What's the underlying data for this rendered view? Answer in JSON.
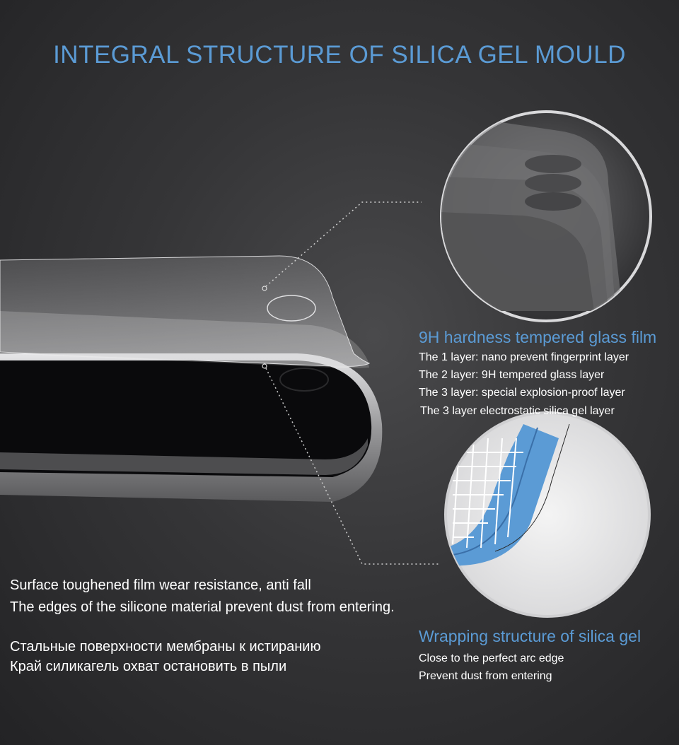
{
  "title": "INTEGRAL STRUCTURE OF SILICA GEL MOULD",
  "glass_section": {
    "heading": "9H hardness tempered glass film",
    "lines": [
      "The 1 layer: nano prevent fingerprint layer",
      "The 2 layer: 9H tempered glass layer",
      "The 3 layer: special explosion-proof layer",
      "The 3 layer electrostatic silica gel layer"
    ]
  },
  "wrap_section": {
    "heading": "Wrapping structure of silica gel",
    "lines": [
      "Close to the perfect arc edge",
      "Prevent dust from entering"
    ]
  },
  "english_text": [
    "Surface toughened film wear resistance, anti fall",
    "The edges of the silicone material prevent dust from entering."
  ],
  "russian_text": [
    "Стальные поверхности мембраны к истиранию",
    "Край силикагель охват остановить в пыли"
  ],
  "colors": {
    "accent_blue": "#5b9bd5",
    "background": "#353537",
    "text": "#ffffff"
  }
}
